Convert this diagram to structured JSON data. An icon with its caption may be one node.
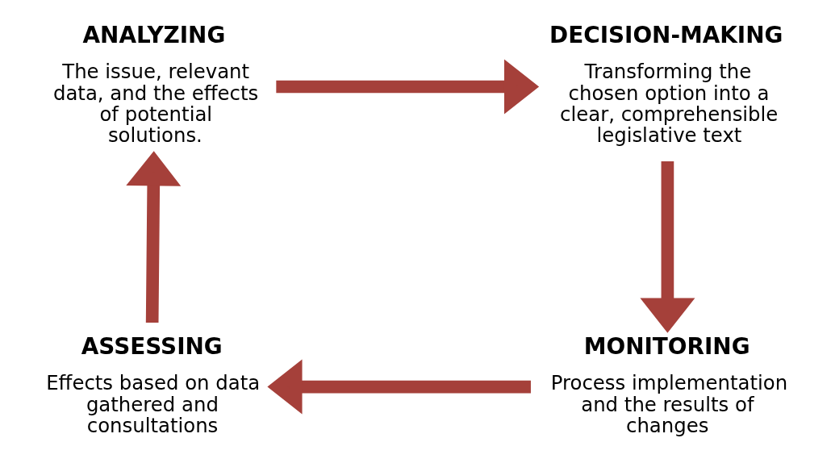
{
  "diagram": {
    "nodes": [
      {
        "text": [
          "ANALYZING",
          "The issue, relevant data, and the effects of potential solutions."
        ]
      },
      {
        "text": [
          "DECISION-MAKING",
          "Transforming the chosen option into a clear, comprehensible legislative text"
        ]
      },
      {
        "text": [
          "MONITORING",
          "Process implementation and the results of changes"
        ]
      },
      {
        "text": [
          "ASSESSING",
          "Effects based on data gathered and consultations"
        ]
      }
    ],
    "edges": [
      {
        "from": 0,
        "to": 1,
        "arrow": "to"
      },
      {
        "from": 1,
        "to": 2,
        "arrow": "to"
      },
      {
        "from": 2,
        "to": 3,
        "arrow": "to"
      },
      {
        "from": 3,
        "to": 0,
        "arrow": "to"
      }
    ]
  }
}
